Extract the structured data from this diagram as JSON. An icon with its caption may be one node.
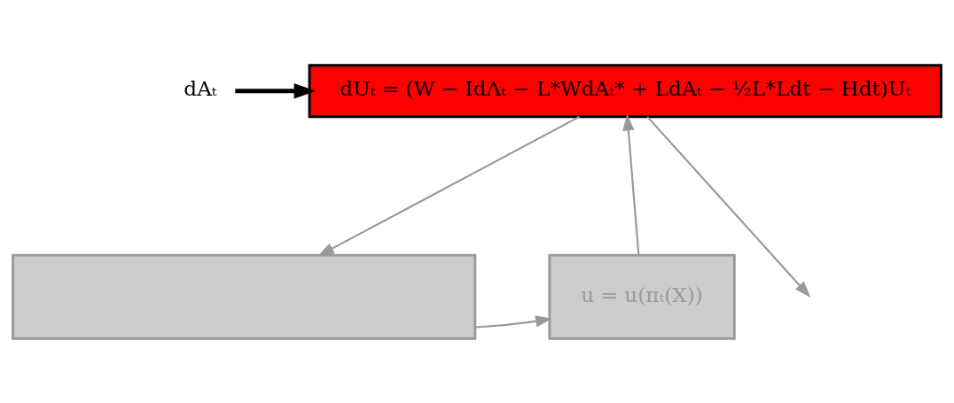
{
  "diagram": {
    "nodes": [
      {
        "text": [
          "dAₜ"
        ]
      },
      {
        "text": [
          "dUₜ = (W − IdΛₜ − L*WdAₜ* + LdAₜ − ½L*Ldt − Hdt)Uₜ"
        ]
      },
      {
        "text": [],
        "shape": "box"
      },
      {
        "text": [
          "u = u(πₜ(X))"
        ]
      }
    ],
    "edges": [
      {
        "from": 0,
        "to": 1,
        "arrow": "to",
        "style": "thick",
        "color": "#000000"
      },
      {
        "from": 1,
        "to": null,
        "arrow": "to"
      },
      {
        "from": 1,
        "to": 2,
        "arrow": "to"
      },
      {
        "from": 2,
        "to": 3,
        "arrow": "to"
      },
      {
        "from": 3,
        "to": 1,
        "arrow": "to"
      }
    ]
  }
}
